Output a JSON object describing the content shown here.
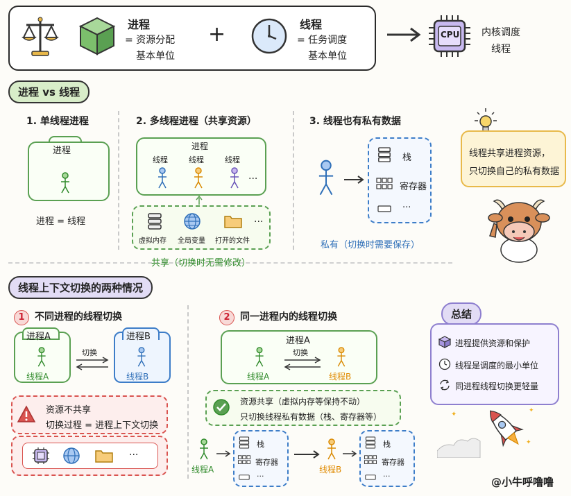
{
  "banner": {
    "process_title": "进程",
    "process_desc_line1": "= 资源分配",
    "process_desc_line2": "基本单位",
    "plus": "+",
    "thread_title": "线程",
    "thread_desc_line1": "= 任务调度",
    "thread_desc_line2": "基本单位",
    "cpu_label": "CPU",
    "kernel_line1": "内核调度",
    "kernel_line2": "线程"
  },
  "section1": {
    "pill": "进程 vs 线程",
    "col1_heading": "1. 单线程进程",
    "col1_box_label": "进程",
    "col1_caption": "进程 = 线程",
    "col2_heading": "2. 多线程进程（共享资源）",
    "col2_box_label": "进程",
    "col2_threads": [
      "线程",
      "线程",
      "线程"
    ],
    "col2_ellipsis": "···",
    "col2_resources": [
      "虚拟内存",
      "全局变量",
      "打开的文件"
    ],
    "col2_resources_ellipsis": "···",
    "col2_caption": "共享（切换时无需修改）",
    "col3_heading": "3. 线程也有私有数据",
    "col3_items": [
      "栈",
      "寄存器",
      "···"
    ],
    "col3_caption": "私有（切换时需要保存）",
    "note_line1": "线程共享进程资源，",
    "note_line2": "只切换自己的私有数据"
  },
  "section2": {
    "pill": "线程上下文切换的两种情况",
    "case1_num": "1",
    "case1_heading": "不同进程的线程切换",
    "case1_procA": "进程A",
    "case1_procB": "进程B",
    "case1_switch": "切换",
    "case1_threadA": "线程A",
    "case1_threadB": "线程B",
    "case1_warn_line1": "资源不共享",
    "case1_warn_line2": "切换过程 = 进程上下文切换",
    "case1_res_ellipsis": "···",
    "case2_num": "2",
    "case2_heading": "同一进程内的线程切换",
    "case2_proc": "进程A",
    "case2_switch": "切换",
    "case2_threadA": "线程A",
    "case2_threadB": "线程B",
    "case2_ok_line1": "资源共享（虚拟内存等保持不动）",
    "case2_ok_line2": "只切换线程私有数据（栈、寄存器等）",
    "case2_left_thread": "线程A",
    "case2_right_thread": "线程B",
    "case2_items_left": [
      "栈",
      "寄存器",
      "···"
    ],
    "case2_items_right": [
      "栈",
      "寄存器",
      "···"
    ]
  },
  "summary": {
    "title": "总结",
    "items": [
      "进程提供资源和保护",
      "线程是调度的最小单位",
      "同进程线程切换更轻量"
    ]
  },
  "watermark": "@小牛呼噜噜",
  "colors": {
    "green": "#5aa052",
    "blue": "#3d7dc8",
    "red": "#d9534f",
    "orange": "#f0a020",
    "purple": "#8e7fcf"
  }
}
